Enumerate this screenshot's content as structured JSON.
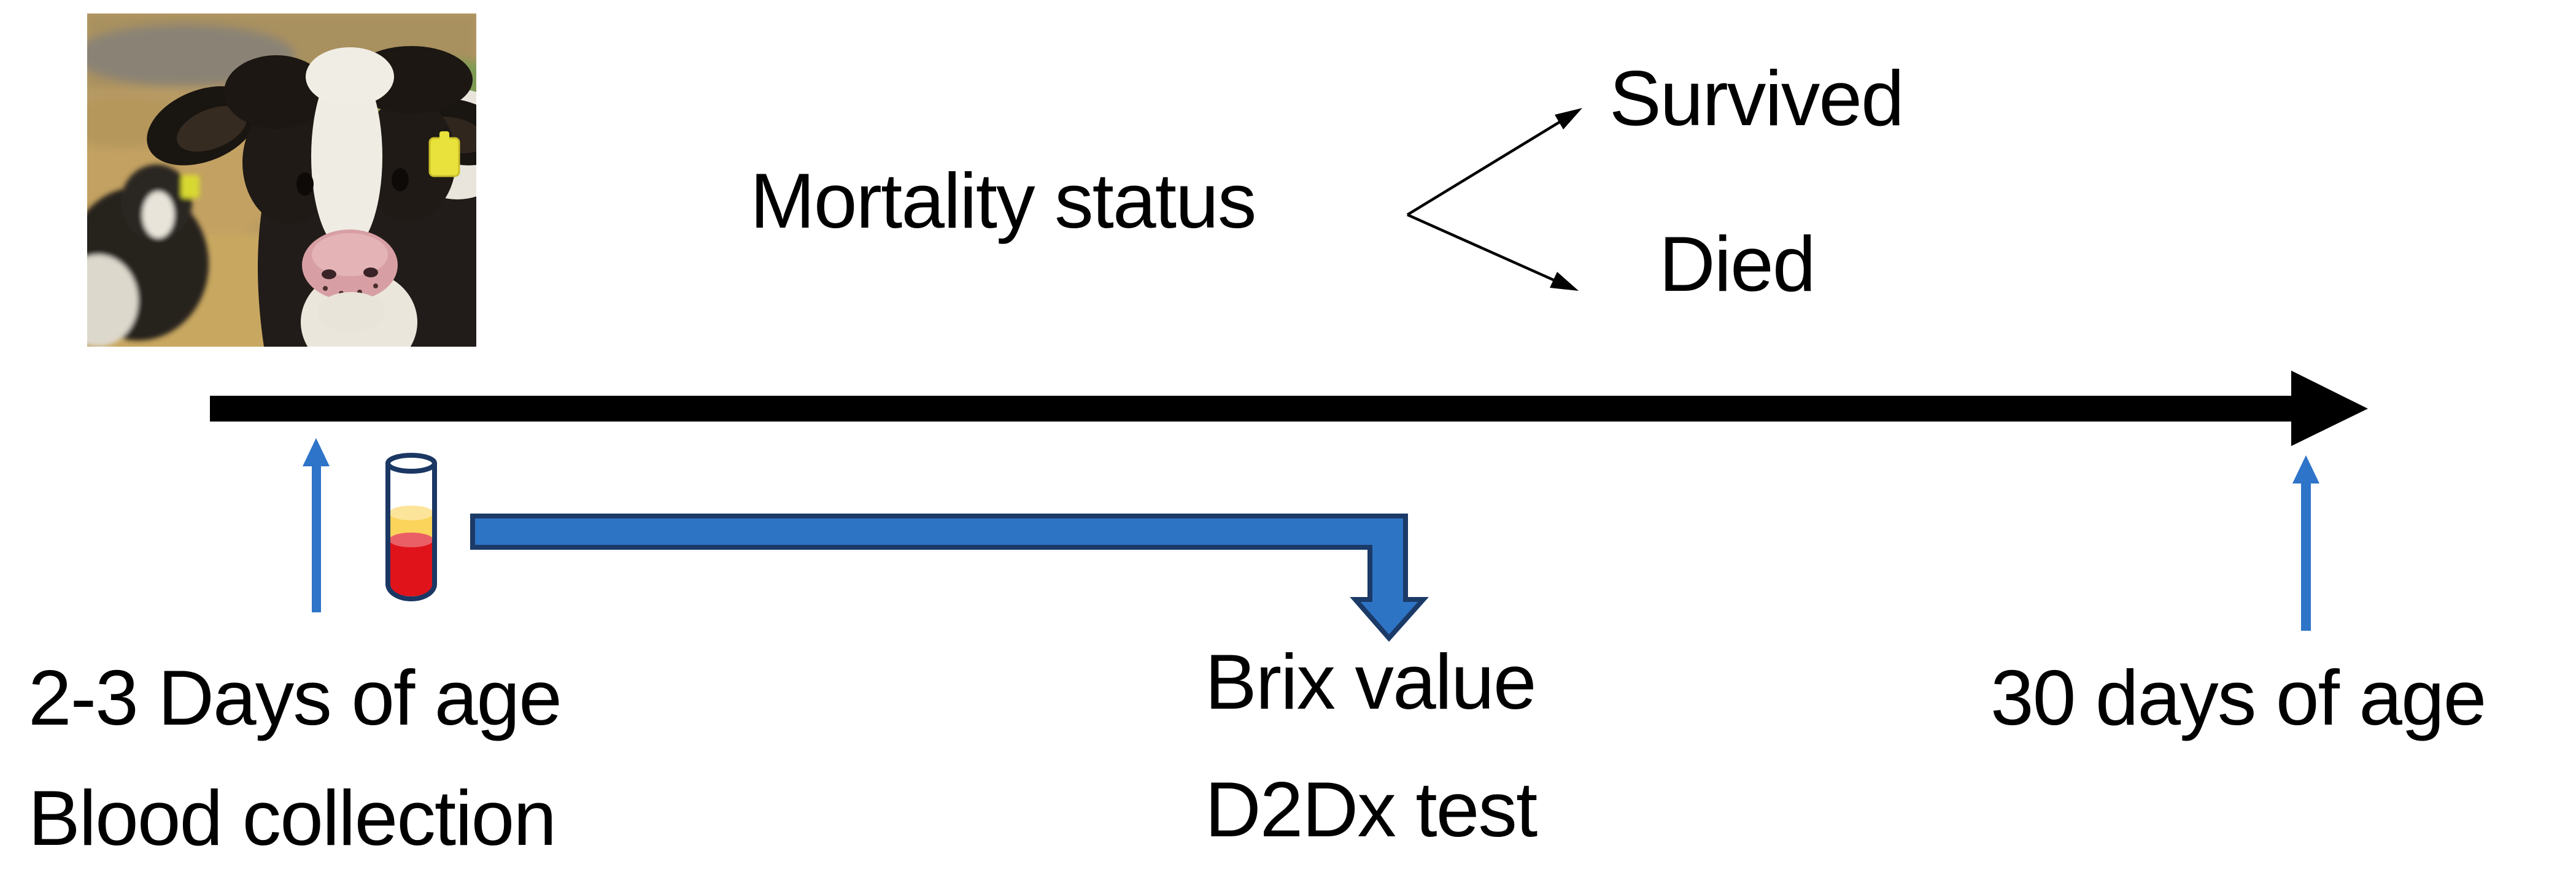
{
  "figure": {
    "labels": {
      "mortality": "Mortality status",
      "survived": "Survived",
      "died": "Died",
      "start_line1": "2-3 Days of age",
      "start_line2": "Blood collection",
      "test_line1": "Brix value",
      "test_line2": "D2Dx test",
      "end": "30 days of age"
    },
    "colors": {
      "timeline_black": "#000000",
      "arrow_blue": "#2E74C9",
      "elbow_fill": "#2E74C4",
      "elbow_border": "#1B3A67",
      "tube_outline": "#1B3764",
      "tube_serum_yellow": "#FBD45C",
      "tube_serum_yellow_light": "#FCE49B",
      "tube_blood_red": "#E0131B",
      "tube_blood_red_light": "#EA5F66",
      "ear_tag_yellow": "#E9E23C",
      "text": "#000000"
    },
    "icons": {
      "calf_photo": "calf-photo",
      "blood_tube": "blood-tube-icon",
      "timeline": "timeline-arrow-icon",
      "up_arrow": "up-arrow-icon",
      "elbow_arrow": "elbow-down-arrow-icon"
    }
  }
}
